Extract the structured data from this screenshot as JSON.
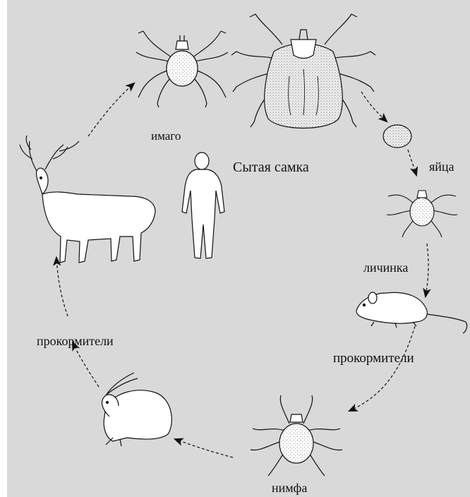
{
  "labels": {
    "imago": "имаго",
    "fed_female": "Сытая самка",
    "eggs": "яйца",
    "larva": "личинка",
    "hosts_right": "прокормители",
    "hosts_left": "прокормители",
    "nymph": "нимфа"
  },
  "colors": {
    "background": "#d9d9d9",
    "ink": "#111111",
    "stipple": "#555555"
  },
  "icons": [
    "tick-imago-icon",
    "fed-female-tick-icon",
    "egg-icon",
    "larva-tick-icon",
    "mouse-icon",
    "nymph-tick-icon",
    "hare-icon",
    "deer-icon",
    "human-icon"
  ]
}
